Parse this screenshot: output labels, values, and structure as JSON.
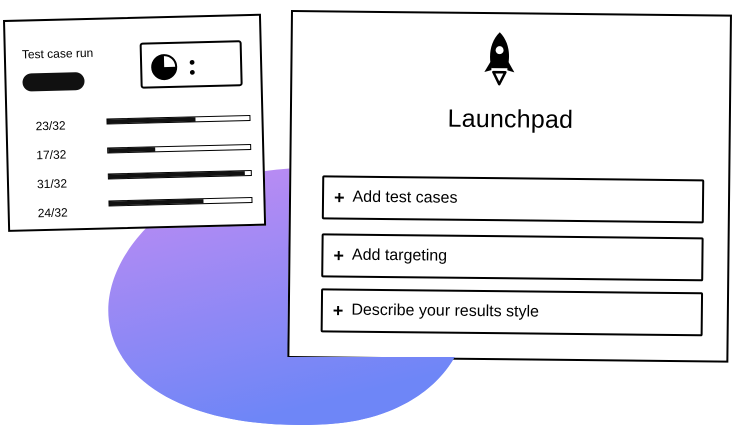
{
  "colors": {
    "blob_top": "#c48cf2",
    "blob_bottom": "#6e86f7",
    "ink": "#000000"
  },
  "run_card": {
    "title": "Test case run",
    "widget_icons": [
      "pie-chart-icon",
      "more-vertical-icon"
    ],
    "rows": [
      {
        "label": "23/32",
        "progress": 0.62
      },
      {
        "label": "17/32",
        "progress": 0.33
      },
      {
        "label": "31/32",
        "progress": 0.96
      },
      {
        "label": "24/32",
        "progress": 0.66
      }
    ]
  },
  "launchpad": {
    "icon": "rocket-icon",
    "title": "Launchpad",
    "actions": [
      {
        "label": "Add test cases"
      },
      {
        "label": "Add targeting"
      },
      {
        "label": "Describe your results style"
      }
    ]
  }
}
